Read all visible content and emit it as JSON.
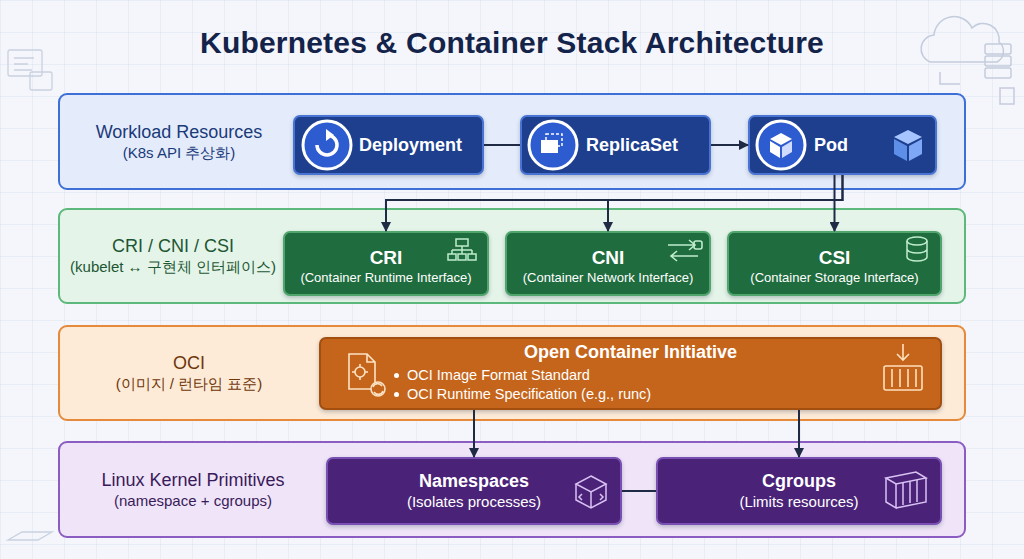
{
  "diagram": {
    "title": "Kubernetes & Container Stack Architecture",
    "nodes": [
      {
        "text": [
          "Workload Resources",
          "(K8s API 추상화)"
        ]
      },
      {
        "text": [
          "Deployment"
        ],
        "in": 0
      },
      {
        "text": [
          "ReplicaSet"
        ],
        "in": 0
      },
      {
        "text": [
          "Pod"
        ],
        "in": 0
      },
      {
        "text": [
          "CRI / CNI / CSI",
          "(kubelet ↔ 구현체 인터페이스)"
        ]
      },
      {
        "text": [
          "CRI",
          "(Container Runtime Interface)"
        ],
        "in": 4
      },
      {
        "text": [
          "CNI",
          "(Container Network Interface)"
        ],
        "in": 4
      },
      {
        "text": [
          "CSI",
          "(Container Storage Interface)"
        ],
        "in": 4
      },
      {
        "text": [
          "OCI",
          "(이미지 / 런타임 표준)"
        ]
      },
      {
        "text": [
          "Open Container Initiative",
          "OCI Image Format Standard",
          "OCI Runtime Specification (e.g., runc)"
        ],
        "in": 8
      },
      {
        "text": [
          "Linux Kernel Primitives",
          "(namespace + cgroups)"
        ]
      },
      {
        "text": [
          "Namespaces",
          "(Isolates processes)"
        ],
        "in": 10
      },
      {
        "text": [
          "Cgroups",
          "(Limits resources)"
        ],
        "in": 10
      }
    ],
    "edges": [
      {
        "from": 1,
        "to": 2,
        "arrow": "none"
      },
      {
        "from": 2,
        "to": 3,
        "arrow": "to"
      },
      {
        "from": 3,
        "to": 5,
        "arrow": "to"
      },
      {
        "from": 3,
        "to": 6,
        "arrow": "to"
      },
      {
        "from": 3,
        "to": 7,
        "arrow": "to"
      },
      {
        "from": 9,
        "to": 11,
        "arrow": "to"
      },
      {
        "from": 9,
        "to": 12,
        "arrow": "to"
      },
      {
        "from": 11,
        "to": 12,
        "arrow": "none"
      }
    ]
  }
}
